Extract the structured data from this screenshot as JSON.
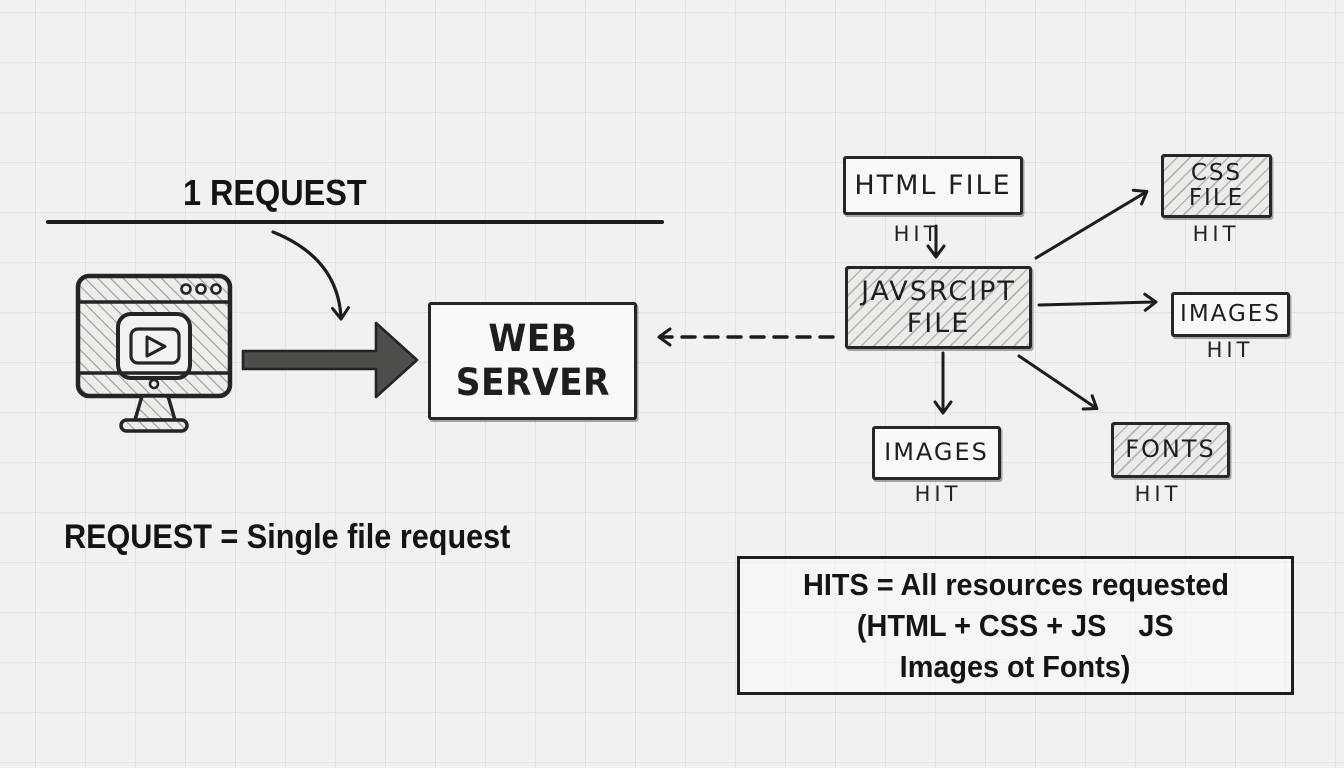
{
  "colors": {
    "background": "#f2f1ef",
    "ink": "#1c1c1c",
    "hatch_fill": "#edebe8",
    "box_fill": "#faf9f7"
  },
  "left_section": {
    "title": "1 REQUEST",
    "client_icon": "video-player-monitor-icon",
    "server_box": {
      "lines": [
        "WEB",
        "SERVER"
      ]
    },
    "caption": "REQUEST = Single file request"
  },
  "flow": {
    "hit_label": "HIT",
    "html_box": {
      "label": "HTML FILE"
    },
    "js_box": {
      "lines": [
        "JAVSRCIPT",
        "FILE"
      ]
    },
    "css_box": {
      "lines": [
        "CSS",
        "FILE"
      ]
    },
    "images_box_right": {
      "label": "IMAGES"
    },
    "images_box_bottom": {
      "label": "IMAGES"
    },
    "fonts_box": {
      "label": "FONTS"
    }
  },
  "note_box": {
    "lines": [
      "HITS = All resources requested",
      "(HTML + CSS + JS    JS",
      "Images ot Fonts)"
    ]
  }
}
